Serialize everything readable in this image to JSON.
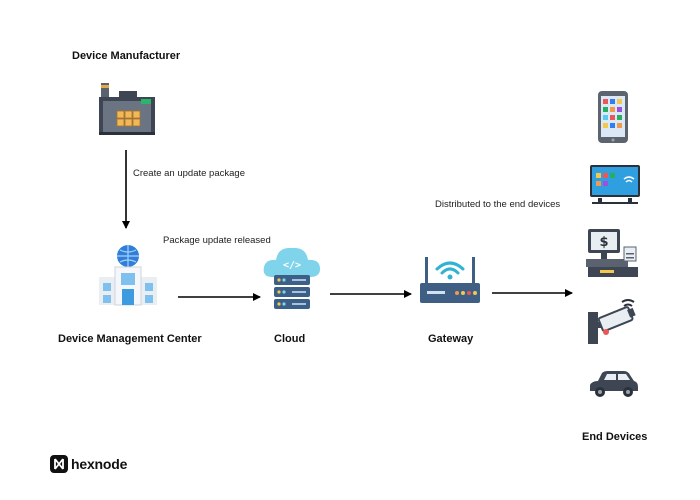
{
  "nodes": {
    "manufacturer": {
      "label": "Device Manufacturer",
      "icon": "factory-icon"
    },
    "management_center": {
      "label": "Device Management Center",
      "icon": "building-globe-icon"
    },
    "cloud": {
      "label": "Cloud",
      "icon": "cloud-server-icon"
    },
    "gateway": {
      "label": "Gateway",
      "icon": "wifi-router-icon"
    },
    "end_devices": {
      "label": "End Devices"
    }
  },
  "edges": {
    "create": "Create an update package",
    "released": "Package update released",
    "distributed": "Distributed to the end devices"
  },
  "end_device_icons": [
    "smartphone-icon",
    "smart-tv-icon",
    "pos-terminal-icon",
    "security-camera-icon",
    "car-icon"
  ],
  "brand": {
    "name": "hexnode",
    "color": "#111111"
  },
  "colors": {
    "arrow": "#000000",
    "accent_blue": "#2f7fd8",
    "gateway_blue": "#3e5e83"
  }
}
